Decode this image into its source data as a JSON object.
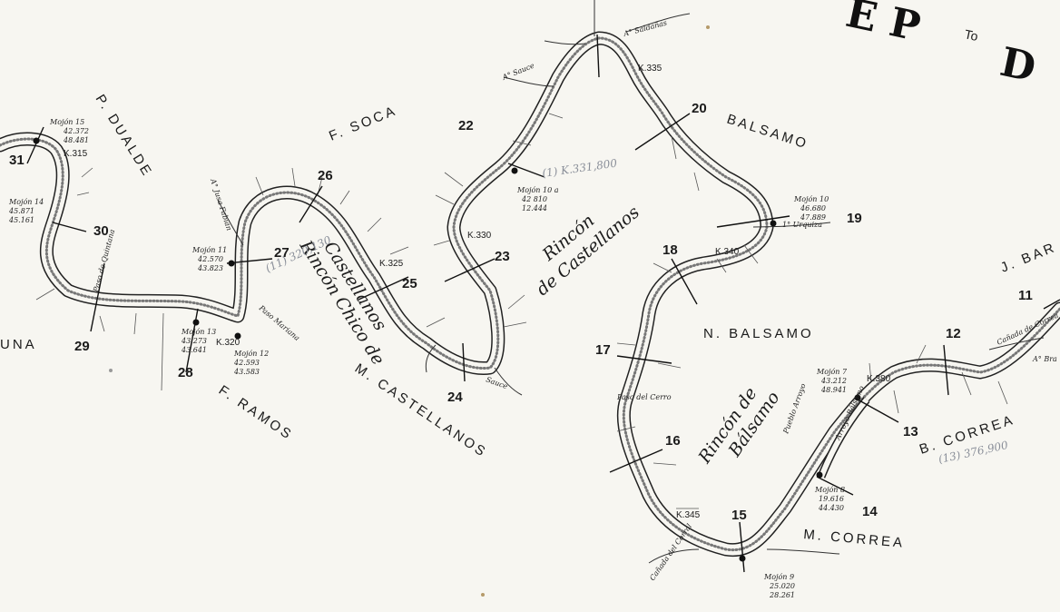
{
  "map": {
    "header_fragments": [
      "E P",
      "To",
      "D"
    ],
    "owners": [
      {
        "id": "p-dualde",
        "text": "P. DUALDE"
      },
      {
        "id": "f-soca",
        "text": "F. SOCA"
      },
      {
        "id": "balsamo",
        "text": "BALSAMO"
      },
      {
        "id": "j-bar",
        "text": "J. BAR"
      },
      {
        "id": "n-balsamo",
        "text": "N. BALSAMO"
      },
      {
        "id": "una",
        "text": "UNA"
      },
      {
        "id": "f-ramos",
        "text": "F. RAMOS"
      },
      {
        "id": "m-castellanos",
        "text": "M. CASTELLANOS"
      },
      {
        "id": "b-correa",
        "text": "B. CORREA"
      },
      {
        "id": "m-correa",
        "text": "M. CORREA"
      }
    ],
    "rincones": [
      {
        "id": "rincon-castellanos",
        "line1": "Rincón",
        "line2": "de Castellanos"
      },
      {
        "id": "rincon-chico",
        "line1": "Rincón Chico de",
        "line2": "Castellanos"
      },
      {
        "id": "rincon-balsamo",
        "line1": "Rincón de",
        "line2": "Bálsamo"
      }
    ],
    "section_numbers": [
      "11",
      "12",
      "13",
      "14",
      "15",
      "16",
      "17",
      "18",
      "19",
      "20",
      "22",
      "23",
      "24",
      "25",
      "26",
      "27",
      "28",
      "29",
      "30",
      "31"
    ],
    "km_marks": [
      "K.315",
      "K.320",
      "K.325",
      "K.330",
      "K.335",
      "K.340",
      "K.345",
      "K.380"
    ],
    "mojones": [
      {
        "id": "mojon-15",
        "label": "Mojón 15",
        "v1": "42.372",
        "v2": "48.481"
      },
      {
        "id": "mojon-14",
        "label": "Mojón 14",
        "v1": "45.871",
        "v2": "45.161"
      },
      {
        "id": "mojon-11",
        "label": "Mojón 11",
        "v1": "42.570",
        "v2": "43.823"
      },
      {
        "id": "mojon-13",
        "label": "Mojón 13",
        "v1": "43.273",
        "v2": "43.641"
      },
      {
        "id": "mojon-12",
        "label": "Mojón 12",
        "v1": "42.593",
        "v2": "43.583"
      },
      {
        "id": "mojon-10a",
        "label": "Mojón 10 a",
        "v1": "42 810",
        "v2": "12.444"
      },
      {
        "id": "mojon-10",
        "label": "Mojón 10",
        "v1": "46.680",
        "v2": "47.889"
      },
      {
        "id": "mojon-7",
        "label": "Mojón 7",
        "v1": "43.212",
        "v2": "48.941"
      },
      {
        "id": "mojon-8",
        "label": "Mojón 8",
        "v1": "19.616",
        "v2": "44.430"
      },
      {
        "id": "mojon-9",
        "label": "Mojón 9",
        "v1": "25.020",
        "v2": "28.261"
      }
    ],
    "place_notes": [
      "Paso de Quintana",
      "Paso del Cerro",
      "Pueblo Arroyo",
      "Sauce",
      "Paso Mariana",
      "A° Saldañas",
      "A° Sauce",
      "A° Jusa Fabian",
      "Arroyo Bálsamo",
      "Cañada del Corral",
      "Cañada de Correa",
      "A° Bra",
      "1° Urquiza"
    ],
    "handwritten": [
      "(1) K.331,800",
      "(11) 320,130",
      "(13) 376,900"
    ]
  }
}
